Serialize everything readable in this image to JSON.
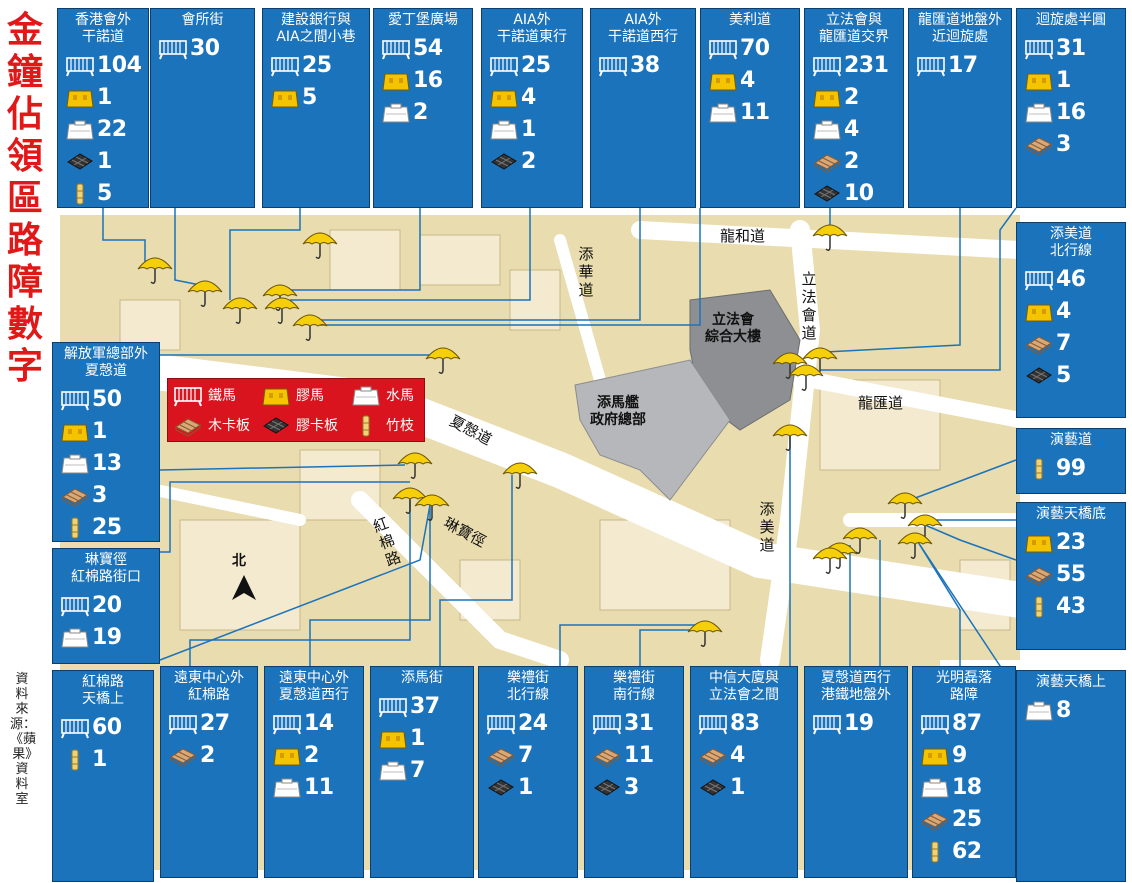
{
  "title": "金鐘佔領區路障數字",
  "source_text": "資料來源：《蘋果》資料室",
  "north_label": "北",
  "legend": [
    {
      "type": "metal",
      "label": "鐵馬"
    },
    {
      "type": "plastic",
      "label": "膠馬"
    },
    {
      "type": "water",
      "label": "水馬"
    },
    {
      "type": "wood",
      "label": "木卡板"
    },
    {
      "type": "pallet",
      "label": "膠卡板"
    },
    {
      "type": "bamboo",
      "label": "竹枝"
    }
  ],
  "streets": [
    "龍和道",
    "添華道",
    "立法會道",
    "龍匯道",
    "夏慤道",
    "琳寶徑",
    "紅棉路",
    "添美道"
  ],
  "buildings": {
    "legco": [
      "立法會",
      "綜合大樓"
    ],
    "govhq": [
      "添馬艦",
      "政府總部"
    ]
  },
  "panels": [
    {
      "id": "p1",
      "title": [
        "香港會外",
        "干諾道"
      ],
      "items": [
        {
          "t": "metal",
          "n": "104"
        },
        {
          "t": "plastic",
          "n": "1"
        },
        {
          "t": "water",
          "n": "22"
        },
        {
          "t": "pallet",
          "n": "1"
        },
        {
          "t": "bamboo",
          "n": "5"
        }
      ]
    },
    {
      "id": "p2",
      "title": [
        "會所街"
      ],
      "items": [
        {
          "t": "metal",
          "n": "30"
        }
      ]
    },
    {
      "id": "p3",
      "title": [
        "建設銀行與",
        "AIA之間小巷"
      ],
      "items": [
        {
          "t": "metal",
          "n": "25"
        },
        {
          "t": "plastic",
          "n": "5"
        }
      ]
    },
    {
      "id": "p4",
      "title": [
        "愛丁堡廣場"
      ],
      "items": [
        {
          "t": "metal",
          "n": "54"
        },
        {
          "t": "plastic",
          "n": "16"
        },
        {
          "t": "water",
          "n": "2"
        }
      ]
    },
    {
      "id": "p5",
      "title": [
        "AIA外",
        "干諾道東行"
      ],
      "items": [
        {
          "t": "metal",
          "n": "25"
        },
        {
          "t": "plastic",
          "n": "4"
        },
        {
          "t": "water",
          "n": "1"
        },
        {
          "t": "pallet",
          "n": "2"
        }
      ]
    },
    {
      "id": "p6",
      "title": [
        "AIA外",
        "干諾道西行"
      ],
      "items": [
        {
          "t": "metal",
          "n": "38"
        }
      ]
    },
    {
      "id": "p7",
      "title": [
        "美利道"
      ],
      "items": [
        {
          "t": "metal",
          "n": "70"
        },
        {
          "t": "plastic",
          "n": "4"
        },
        {
          "t": "water",
          "n": "11"
        }
      ]
    },
    {
      "id": "p8",
      "title": [
        "立法會與",
        "龍匯道交界"
      ],
      "items": [
        {
          "t": "metal",
          "n": "231"
        },
        {
          "t": "plastic",
          "n": "2"
        },
        {
          "t": "water",
          "n": "4"
        },
        {
          "t": "wood",
          "n": "2"
        },
        {
          "t": "pallet",
          "n": "10"
        }
      ]
    },
    {
      "id": "p9",
      "title": [
        "龍匯道地盤外",
        "近迴旋處"
      ],
      "items": [
        {
          "t": "metal",
          "n": "17"
        }
      ]
    },
    {
      "id": "p10",
      "title": [
        "迴旋處半圓"
      ],
      "items": [
        {
          "t": "metal",
          "n": "31"
        },
        {
          "t": "plastic",
          "n": "1"
        },
        {
          "t": "water",
          "n": "16"
        },
        {
          "t": "wood",
          "n": "3"
        }
      ]
    },
    {
      "id": "p11",
      "title": [
        "添美道",
        "北行線"
      ],
      "items": [
        {
          "t": "metal",
          "n": "46"
        },
        {
          "t": "plastic",
          "n": "4"
        },
        {
          "t": "wood",
          "n": "7"
        },
        {
          "t": "pallet",
          "n": "5"
        }
      ]
    },
    {
      "id": "p12",
      "title": [
        "演藝道"
      ],
      "items": [
        {
          "t": "bamboo",
          "n": "99"
        }
      ]
    },
    {
      "id": "p13",
      "title": [
        "演藝天橋底"
      ],
      "items": [
        {
          "t": "plastic",
          "n": "23"
        },
        {
          "t": "wood",
          "n": "55"
        },
        {
          "t": "bamboo",
          "n": "43"
        }
      ]
    },
    {
      "id": "p14",
      "title": [
        "演藝天橋上"
      ],
      "items": [
        {
          "t": "water",
          "n": "8"
        }
      ]
    },
    {
      "id": "p15",
      "title": [
        "解放軍總部外",
        "夏愨道"
      ],
      "items": [
        {
          "t": "metal",
          "n": "50"
        },
        {
          "t": "plastic",
          "n": "1"
        },
        {
          "t": "water",
          "n": "13"
        },
        {
          "t": "wood",
          "n": "3"
        },
        {
          "t": "bamboo",
          "n": "25"
        }
      ]
    },
    {
      "id": "p16",
      "title": [
        "琳寶徑",
        "紅棉路街口"
      ],
      "items": [
        {
          "t": "metal",
          "n": "20"
        },
        {
          "t": "water",
          "n": "19"
        }
      ]
    },
    {
      "id": "p17",
      "title": [
        "紅棉路",
        "天橋上"
      ],
      "items": [
        {
          "t": "metal",
          "n": "60"
        },
        {
          "t": "bamboo",
          "n": "1"
        }
      ]
    },
    {
      "id": "p18",
      "title": [
        "遠東中心外",
        "紅棉路"
      ],
      "items": [
        {
          "t": "metal",
          "n": "27"
        },
        {
          "t": "wood",
          "n": "2"
        }
      ]
    },
    {
      "id": "p19",
      "title": [
        "遠東中心外",
        "夏愨道西行"
      ],
      "items": [
        {
          "t": "metal",
          "n": "14"
        },
        {
          "t": "plastic",
          "n": "2"
        },
        {
          "t": "water",
          "n": "11"
        }
      ]
    },
    {
      "id": "p20",
      "title": [
        "添馬街"
      ],
      "items": [
        {
          "t": "metal",
          "n": "37"
        },
        {
          "t": "plastic",
          "n": "1"
        },
        {
          "t": "water",
          "n": "7"
        }
      ]
    },
    {
      "id": "p21",
      "title": [
        "樂禮街",
        "北行線"
      ],
      "items": [
        {
          "t": "metal",
          "n": "24"
        },
        {
          "t": "wood",
          "n": "7"
        },
        {
          "t": "pallet",
          "n": "1"
        }
      ]
    },
    {
      "id": "p22",
      "title": [
        "樂禮街",
        "南行線"
      ],
      "items": [
        {
          "t": "metal",
          "n": "31"
        },
        {
          "t": "wood",
          "n": "11"
        },
        {
          "t": "pallet",
          "n": "3"
        }
      ]
    },
    {
      "id": "p23",
      "title": [
        "中信大廈與",
        "立法會之間"
      ],
      "items": [
        {
          "t": "metal",
          "n": "83"
        },
        {
          "t": "wood",
          "n": "4"
        },
        {
          "t": "pallet",
          "n": "1"
        }
      ]
    },
    {
      "id": "p24",
      "title": [
        "夏愨道西行",
        "港鐵地盤外"
      ],
      "items": [
        {
          "t": "metal",
          "n": "19"
        }
      ]
    },
    {
      "id": "p25",
      "title": [
        "光明磊落",
        "路障"
      ],
      "items": [
        {
          "t": "metal",
          "n": "87"
        },
        {
          "t": "plastic",
          "n": "9"
        },
        {
          "t": "water",
          "n": "18"
        },
        {
          "t": "wood",
          "n": "25"
        },
        {
          "t": "bamboo",
          "n": "62"
        }
      ]
    }
  ]
}
